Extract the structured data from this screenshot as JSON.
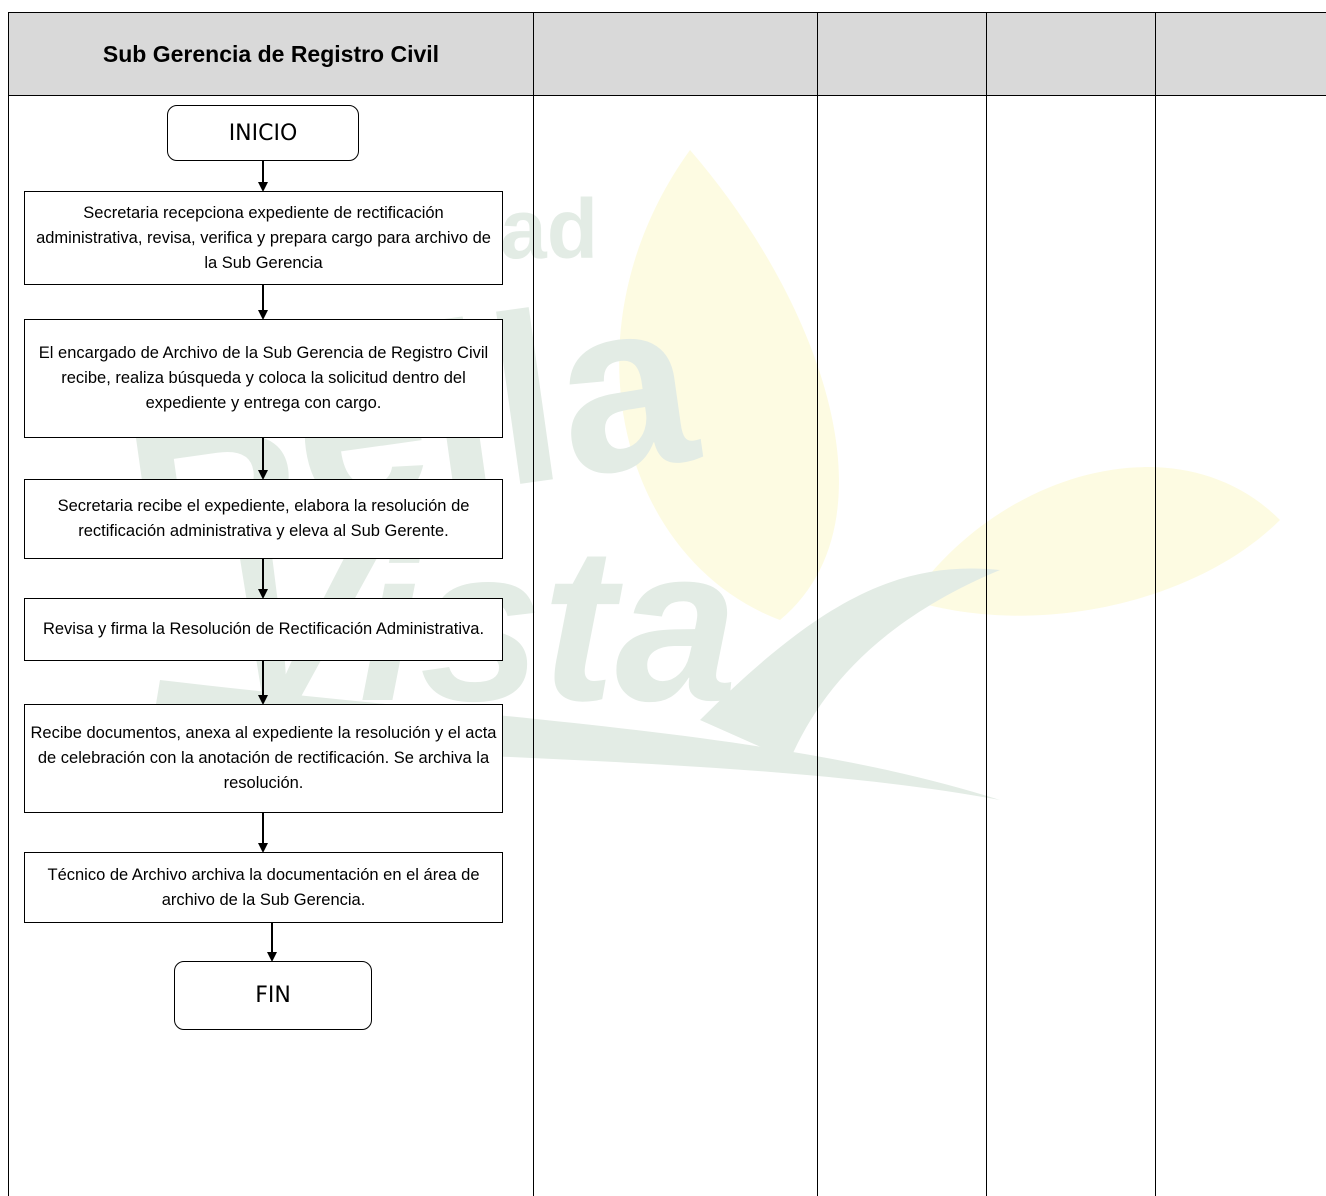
{
  "header": {
    "lane_1_title": "Sub Gerencia de Registro Civil",
    "lane_2_title": "",
    "lane_3_title": "",
    "lane_4_title": "",
    "lane_5_title": ""
  },
  "watermark": {
    "text_fragment": "ad",
    "word_1": "Bella",
    "word_2": "Vista",
    "colors": {
      "green": "#e3ece5",
      "yellow": "#fdfbe2"
    }
  },
  "flow": {
    "start": "INICIO",
    "steps": [
      "Secretaria recepciona expediente de rectificación administrativa, revisa, verifica y prepara cargo para archivo de la Sub Gerencia",
      "El encargado de Archivo de la Sub Gerencia de Registro Civil recibe, realiza búsqueda y coloca la solicitud dentro del expediente y entrega con cargo.",
      "Secretaria recibe el expediente, elabora la resolución de rectificación administrativa y eleva al Sub Gerente.",
      "Revisa y firma la Resolución de Rectificación Administrativa.",
      "Recibe documentos, anexa al expediente la resolución y el acta de celebración con la anotación de rectificación. Se archiva la resolución.",
      "Técnico de Archivo archiva la documentación en el área de archivo de la Sub Gerencia."
    ],
    "end": "FIN"
  }
}
